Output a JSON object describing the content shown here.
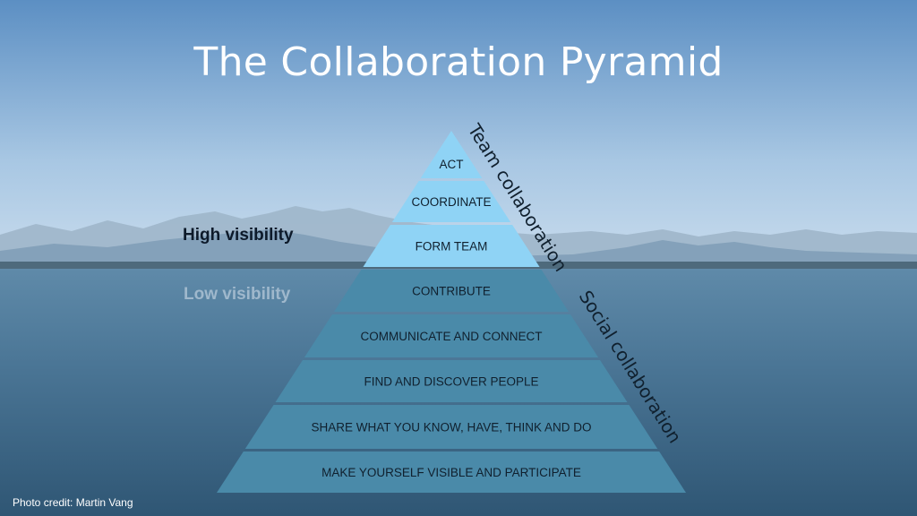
{
  "slide": {
    "title": "The Collaboration Pyramid",
    "high_visibility": "High visibility",
    "low_visibility": "Low visibility",
    "photo_credit": "Photo credit: Martin Vang",
    "side_labels": {
      "team": "Team collaboration",
      "social": "Social collaboration"
    }
  },
  "pyramid": {
    "levels": [
      {
        "label": "ACT",
        "group": "team"
      },
      {
        "label": "COORDINATE",
        "group": "team"
      },
      {
        "label": "FORM TEAM",
        "group": "team"
      },
      {
        "label": "CONTRIBUTE",
        "group": "social"
      },
      {
        "label": "COMMUNICATE AND CONNECT",
        "group": "social"
      },
      {
        "label": "FIND AND DISCOVER PEOPLE",
        "group": "social"
      },
      {
        "label": "SHARE WHAT YOU KNOW, HAVE, THINK AND DO",
        "group": "social"
      },
      {
        "label": "MAKE YOURSELF VISIBLE AND PARTICIPATE",
        "group": "social"
      }
    ]
  },
  "colors": {
    "team_fill": "#8fd3f5",
    "social_fill": "#4a8aa9"
  }
}
